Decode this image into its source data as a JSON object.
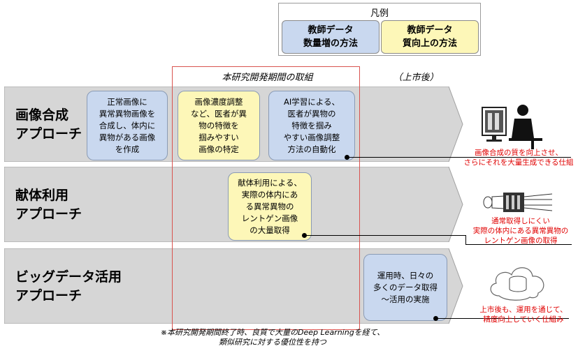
{
  "legend": {
    "title": "凡例",
    "items": [
      {
        "label": "教師データ\n数量増の方法",
        "color": "#c9d8ef"
      },
      {
        "label": "教師データ\n質向上の方法",
        "color": "#fdf7b8"
      }
    ]
  },
  "headers": {
    "research_period": "本研究開発期間の取組",
    "post_market": "（上市後）"
  },
  "rows": [
    {
      "label": "画像合成\nアプローチ",
      "boxes": [
        "正常画像に\n異常異物画像を\n合成し、体内に\n異物がある画像\nを作成",
        "画像濃度調整\nなど、医者が異\n物の特徴を\n掴みやすい\n画像の特定",
        "AI学習による、\n医者が異物の\n特徴を掴み\nやすい画像調整\n方法の自動化"
      ],
      "note": "画像合成の質を向上させ、\nさらにそれを大量生成できる仕組"
    },
    {
      "label": "献体利用\nアプローチ",
      "boxes": [
        "献体利用による、\n実際の体内にあ\nる異常異物の\nレントゲン画像\nの大量取得"
      ],
      "note": "通常取得しにくい\n実際の体内にある異常異物の\nレントゲン画像の取得"
    },
    {
      "label": "ビッグデータ活用\nアプローチ",
      "boxes": [
        "運用時、日々の\n多くのデータ取得\n～活用の実施"
      ],
      "note": "上市後も、運用を通じて、\n精度向上していく仕組み"
    }
  ],
  "footnote": "※本研究開発期間終了時、良質で大量のDeep Learningを経て、\n類似研究に対する優位性を持つ",
  "colors": {
    "band_fill": "#d6d6d6",
    "box_blue": "#c9d8ef",
    "box_yellow": "#fdf7b8",
    "highlight_frame": "#d9534f",
    "note_text": "#e00000"
  },
  "icons": [
    "doctor-at-monitor-icon",
    "body-xray-icon",
    "cloud-database-icon"
  ]
}
